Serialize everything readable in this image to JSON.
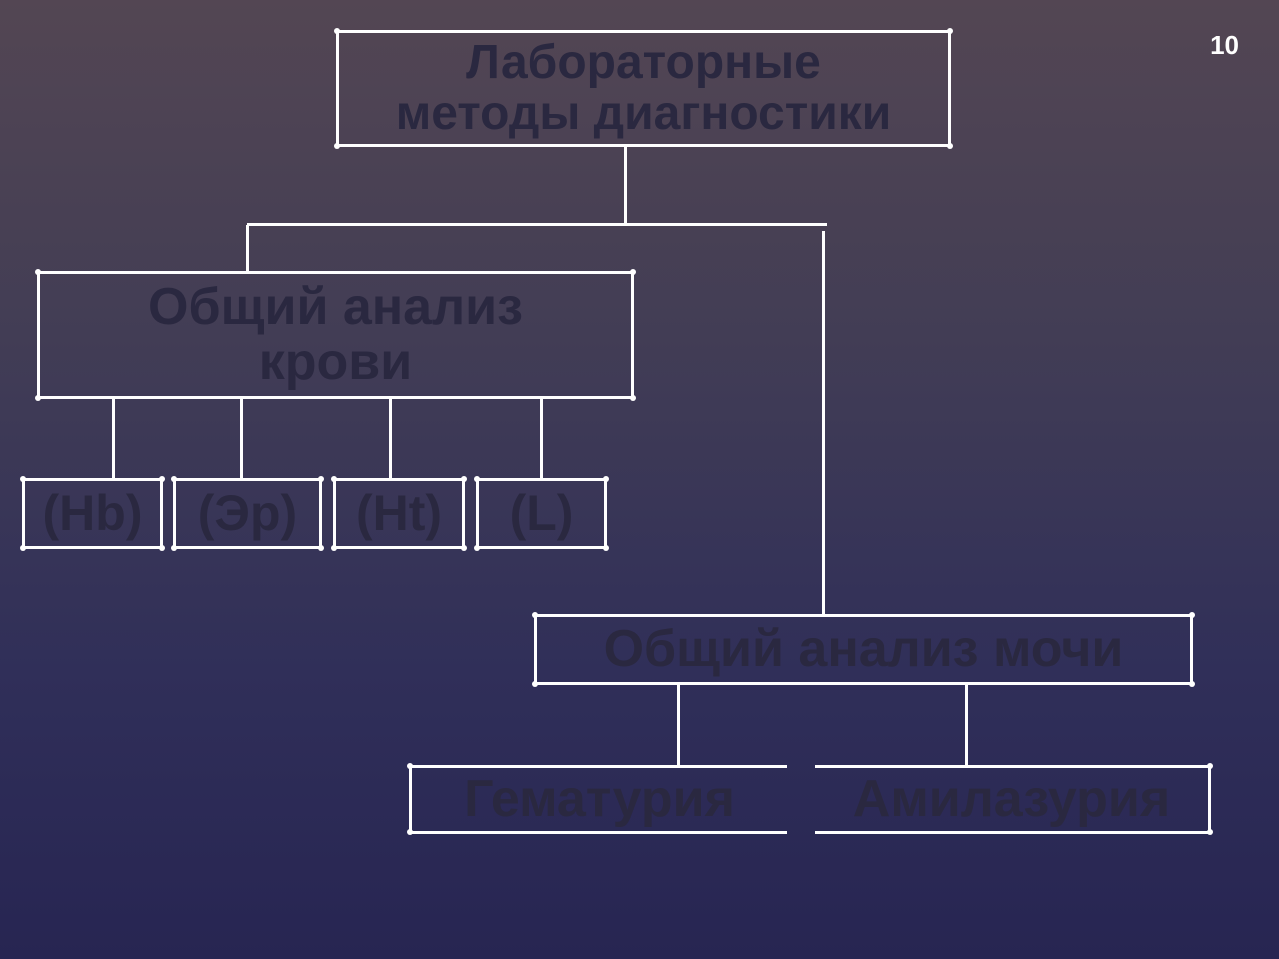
{
  "slide": {
    "number": "10"
  },
  "diagram": {
    "root": "Лабораторные\nметоды диагностики",
    "blood": {
      "title": "Общий анализ\nкрови",
      "children": [
        "(Hb)",
        "(Эр)",
        "(Ht)",
        "(L)"
      ]
    },
    "urine": {
      "title": "Общий анализ мочи",
      "children": [
        "Гематурия",
        "Амилазурия"
      ]
    }
  },
  "colors": {
    "line": "#ffffff",
    "text": "#2a2840",
    "bg_top": "#534653",
    "bg_bottom": "#272552"
  }
}
